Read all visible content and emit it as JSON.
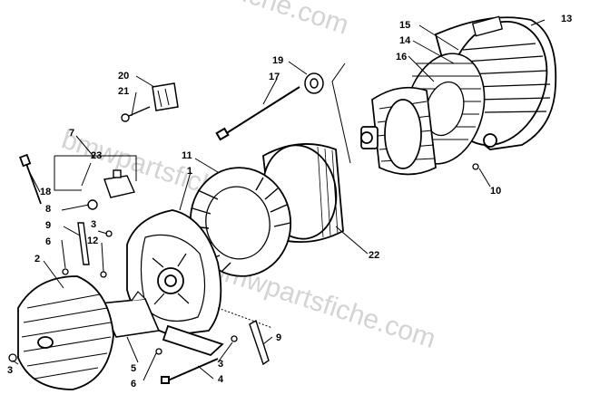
{
  "watermark": {
    "line1": "www.bmwpartsfiche.com",
    "line2": "bmwpartsfiche.com",
    "line3": "bmwpartsfiche.com"
  },
  "callouts": {
    "c1": "1",
    "c2": "2",
    "c3a": "3",
    "c3b": "3",
    "c3c": "3",
    "c4": "4",
    "c5": "5",
    "c6a": "6",
    "c6b": "6",
    "c7": "7",
    "c8": "8",
    "c9a": "9",
    "c9b": "9",
    "c10": "10",
    "c11": "11",
    "c12": "12",
    "c13": "13",
    "c14": "14",
    "c15": "15",
    "c16": "16",
    "c17": "17",
    "c18": "18",
    "c19": "19",
    "c20": "20",
    "c21": "21",
    "c22": "22",
    "c23": "23"
  }
}
